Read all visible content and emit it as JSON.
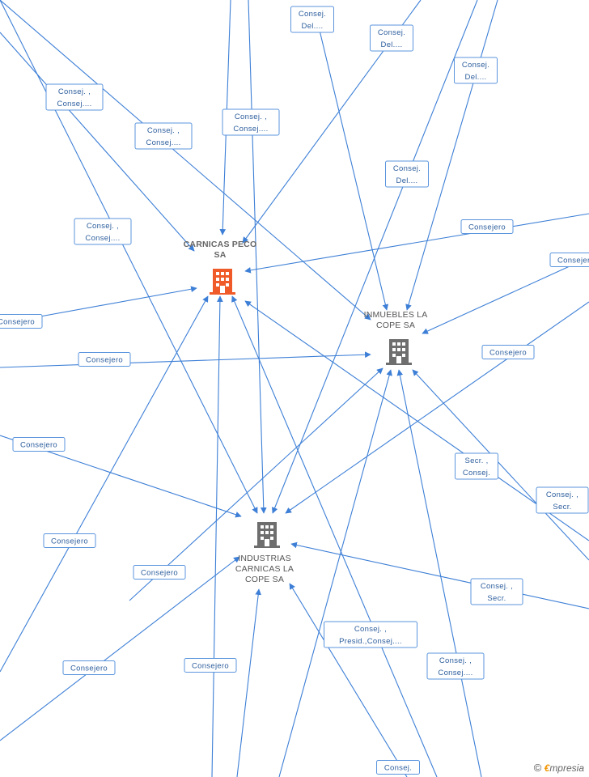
{
  "nodes": {
    "carnicas_peco": {
      "name": "CARNICAS PECO SA",
      "icon": "building-icon",
      "color": "#f05a28"
    },
    "inmuebles": {
      "name": "INMUEBLES LA COPE SA",
      "icon": "building-icon",
      "color": "#6e6e6e"
    },
    "industrias": {
      "name": "INDUSTRIAS CARNICAS LA COPE SA",
      "icon": "building-icon",
      "color": "#6e6e6e"
    }
  },
  "labels": {
    "l1": [
      "Consej.",
      "Del...."
    ],
    "l2": [
      "Consej.",
      "Del...."
    ],
    "l3": [
      "Consej.",
      "Del...."
    ],
    "l4": [
      "Consej. ,",
      "Consej...."
    ],
    "l5": [
      "Consej. ,",
      "Consej...."
    ],
    "l6": [
      "Consej. ,",
      "Consej...."
    ],
    "l7": [
      "Consej.",
      "Del...."
    ],
    "l8": [
      "Consej. ,",
      "Consej...."
    ],
    "l9": [
      "Consejero"
    ],
    "l10": [
      "Consejero"
    ],
    "l11": [
      "Consejero"
    ],
    "l12": [
      "Consejero"
    ],
    "l13": [
      "Consejero"
    ],
    "l14": [
      "Secr. ,",
      "Consej."
    ],
    "l15": [
      "Consej. ,",
      "Secr."
    ],
    "l16": [
      "Consejero"
    ],
    "l17": [
      "Consejero"
    ],
    "l18": [
      "Consej. ,",
      "Secr."
    ],
    "l19": [
      "Consej. ,",
      "Presid.,Consej...."
    ],
    "l20": [
      "Consejero"
    ],
    "l21": [
      "Consejero"
    ],
    "l22": [
      "Consej. ,",
      "Consej...."
    ],
    "l23": [
      "Consejero"
    ],
    "l24": [
      "Consej."
    ]
  },
  "watermark": {
    "copyright": "©",
    "brand_initial": "€",
    "brand_rest": "mpresia"
  }
}
